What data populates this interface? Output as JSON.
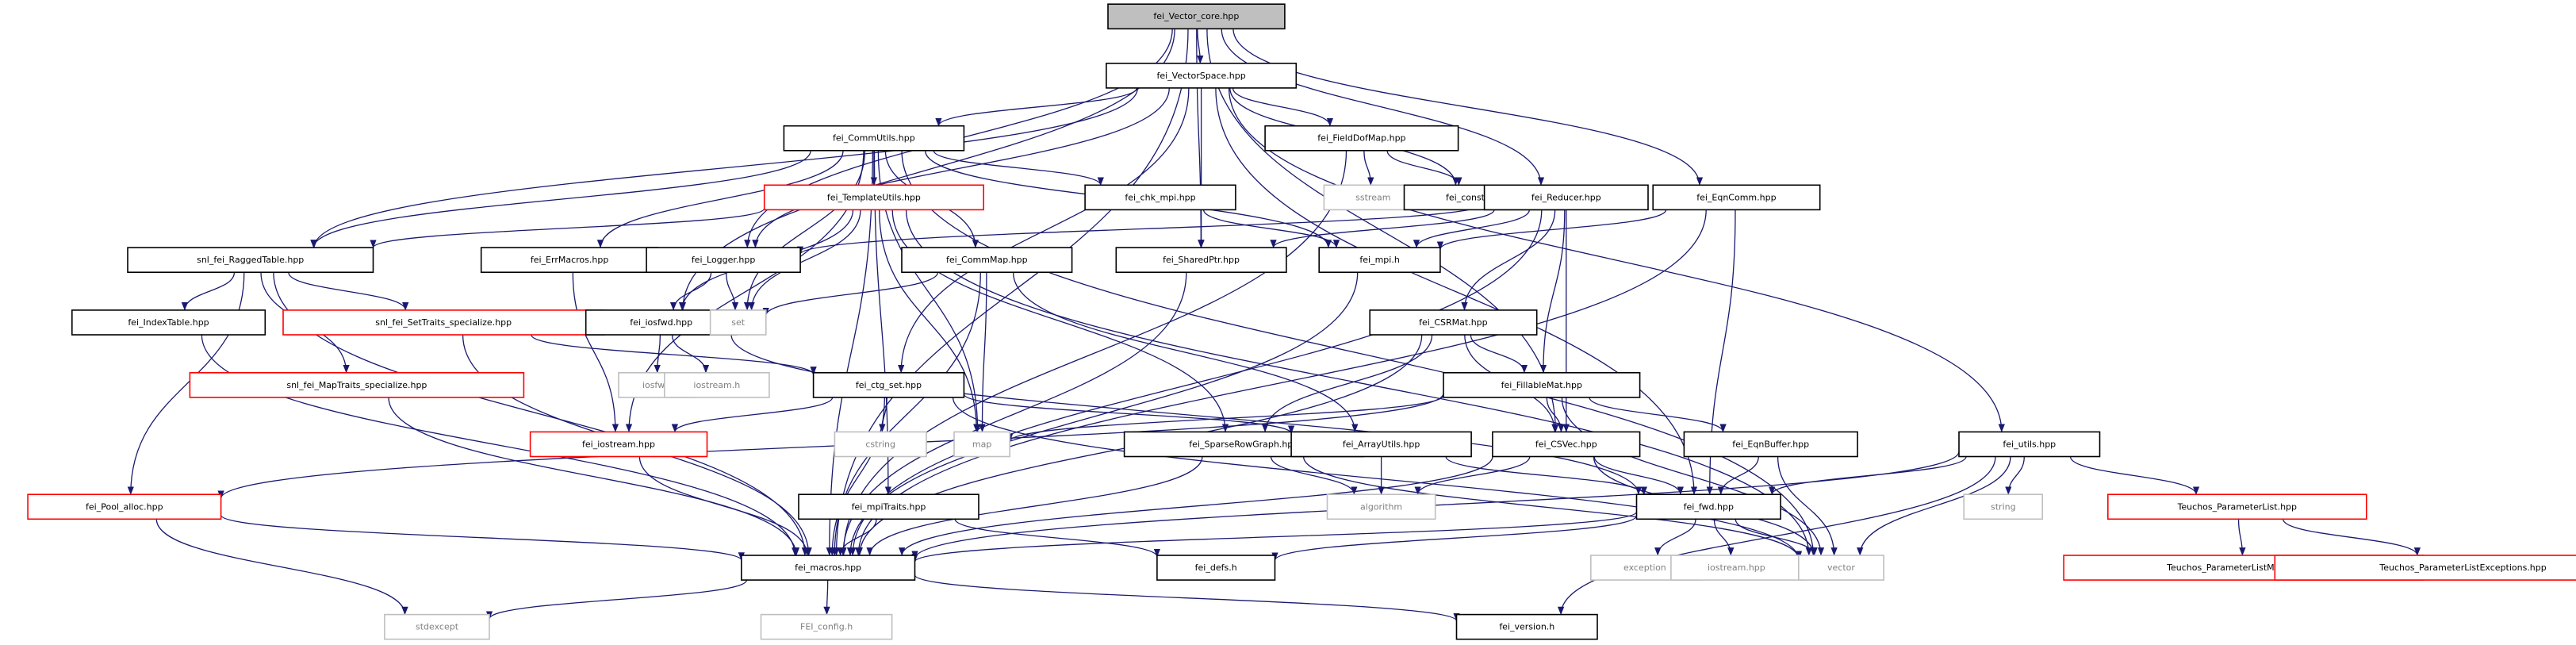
{
  "colors": {
    "root_fill": "#bfbfbf",
    "node_border": "#000000",
    "missing_border": "#ff0000",
    "system_border": "#bfbfbf",
    "system_text": "#808080",
    "edge_include": "#191970",
    "edge_template": "#8b1a1a"
  },
  "nodes": [
    {
      "id": "vector_core",
      "label": "fei_Vector_core.hpp",
      "kind": "root"
    },
    {
      "id": "vectorspace",
      "label": "fei_VectorSpace.hpp",
      "kind": "local"
    },
    {
      "id": "commutils",
      "label": "fei_CommUtils.hpp",
      "kind": "local"
    },
    {
      "id": "fielddofmap",
      "label": "fei_FieldDofMap.hpp",
      "kind": "local"
    },
    {
      "id": "templateutils",
      "label": "fei_TemplateUtils.hpp",
      "kind": "missing"
    },
    {
      "id": "chk_mpi",
      "label": "fei_chk_mpi.hpp",
      "kind": "local"
    },
    {
      "id": "sstream",
      "label": "sstream",
      "kind": "system"
    },
    {
      "id": "constants",
      "label": "fei_constants.hpp",
      "kind": "local"
    },
    {
      "id": "reducer",
      "label": "fei_Reducer.hpp",
      "kind": "local"
    },
    {
      "id": "eqncomm",
      "label": "fei_EqnComm.hpp",
      "kind": "local"
    },
    {
      "id": "raggedtable",
      "label": "snl_fei_RaggedTable.hpp",
      "kind": "local"
    },
    {
      "id": "errmacros",
      "label": "fei_ErrMacros.hpp",
      "kind": "local"
    },
    {
      "id": "logger",
      "label": "fei_Logger.hpp",
      "kind": "local"
    },
    {
      "id": "commmap",
      "label": "fei_CommMap.hpp",
      "kind": "local"
    },
    {
      "id": "sharedptr",
      "label": "fei_SharedPtr.hpp",
      "kind": "local"
    },
    {
      "id": "mpi",
      "label": "fei_mpi.h",
      "kind": "local"
    },
    {
      "id": "indextable",
      "label": "fei_IndexTable.hpp",
      "kind": "local"
    },
    {
      "id": "settraits",
      "label": "snl_fei_SetTraits_specialize.hpp",
      "kind": "missing"
    },
    {
      "id": "iosfwd",
      "label": "fei_iosfwd.hpp",
      "kind": "local"
    },
    {
      "id": "set",
      "label": "set",
      "kind": "system"
    },
    {
      "id": "csrmat",
      "label": "fei_CSRMat.hpp",
      "kind": "local"
    },
    {
      "id": "iosfwd_sys",
      "label": "iosfwd",
      "kind": "system"
    },
    {
      "id": "iostream_h",
      "label": "iostream.h",
      "kind": "system"
    },
    {
      "id": "maptraits",
      "label": "snl_fei_MapTraits_specialize.hpp",
      "kind": "missing"
    },
    {
      "id": "ctg_set",
      "label": "fei_ctg_set.hpp",
      "kind": "local"
    },
    {
      "id": "fillablemat",
      "label": "fei_FillableMat.hpp",
      "kind": "local"
    },
    {
      "id": "cstring",
      "label": "cstring",
      "kind": "system"
    },
    {
      "id": "map",
      "label": "map",
      "kind": "system"
    },
    {
      "id": "fei_iostream",
      "label": "fei_iostream.hpp",
      "kind": "missing"
    },
    {
      "id": "sparserowgraph",
      "label": "fei_SparseRowGraph.hpp",
      "kind": "local"
    },
    {
      "id": "arrayutils",
      "label": "fei_ArrayUtils.hpp",
      "kind": "local"
    },
    {
      "id": "csvec",
      "label": "fei_CSVec.hpp",
      "kind": "local"
    },
    {
      "id": "eqnbuffer",
      "label": "fei_EqnBuffer.hpp",
      "kind": "local"
    },
    {
      "id": "utils",
      "label": "fei_utils.hpp",
      "kind": "local"
    },
    {
      "id": "string",
      "label": "string",
      "kind": "system"
    },
    {
      "id": "teuchos_pl",
      "label": "Teuchos_ParameterList.hpp",
      "kind": "missing"
    },
    {
      "id": "pool_alloc",
      "label": "fei_Pool_alloc.hpp",
      "kind": "missing"
    },
    {
      "id": "algorithm",
      "label": "algorithm",
      "kind": "system"
    },
    {
      "id": "mpitraits",
      "label": "fei_mpiTraits.hpp",
      "kind": "local"
    },
    {
      "id": "fwd",
      "label": "fei_fwd.hpp",
      "kind": "local"
    },
    {
      "id": "macros",
      "label": "fei_macros.hpp",
      "kind": "local"
    },
    {
      "id": "defs",
      "label": "fei_defs.h",
      "kind": "local"
    },
    {
      "id": "exception",
      "label": "exception",
      "kind": "system"
    },
    {
      "id": "iostream_hpp",
      "label": "iostream.hpp",
      "kind": "system"
    },
    {
      "id": "vector",
      "label": "vector",
      "kind": "system"
    },
    {
      "id": "teuchos_plm",
      "label": "Teuchos_ParameterListModifier.hpp",
      "kind": "missing"
    },
    {
      "id": "teuchos_ple",
      "label": "Teuchos_ParameterListExceptions.hpp",
      "kind": "missing"
    },
    {
      "id": "stdexcept",
      "label": "stdexcept",
      "kind": "system"
    },
    {
      "id": "fei_config",
      "label": "FEI_config.h",
      "kind": "system"
    },
    {
      "id": "version",
      "label": "fei_version.h",
      "kind": "local"
    }
  ],
  "edges": [
    {
      "from": "vector_core",
      "to": "vectorspace",
      "kind": "include"
    },
    {
      "from": "vector_core",
      "to": "macros",
      "kind": "include"
    },
    {
      "from": "vector_core",
      "to": "iosfwd",
      "kind": "include"
    },
    {
      "from": "vector_core",
      "to": "logger",
      "kind": "include"
    },
    {
      "from": "vector_core",
      "to": "sharedptr",
      "kind": "include"
    },
    {
      "from": "vector_core",
      "to": "reducer",
      "kind": "include"
    },
    {
      "from": "vector_core",
      "to": "eqncomm",
      "kind": "include"
    },
    {
      "from": "vector_core",
      "to": "csvec",
      "kind": "include"
    },
    {
      "from": "vectorspace",
      "to": "commutils",
      "kind": "include"
    },
    {
      "from": "vectorspace",
      "to": "fielddofmap",
      "kind": "include"
    },
    {
      "from": "vectorspace",
      "to": "constants",
      "kind": "include"
    },
    {
      "from": "vectorspace",
      "to": "raggedtable",
      "kind": "include"
    },
    {
      "from": "vectorspace",
      "to": "logger",
      "kind": "include"
    },
    {
      "from": "vectorspace",
      "to": "sharedptr",
      "kind": "include"
    },
    {
      "from": "vectorspace",
      "to": "ctg_set",
      "kind": "include"
    },
    {
      "from": "vectorspace",
      "to": "fwd",
      "kind": "include"
    },
    {
      "from": "vectorspace",
      "to": "utils",
      "kind": "include"
    },
    {
      "from": "commutils",
      "to": "templateutils",
      "kind": "include"
    },
    {
      "from": "commutils",
      "to": "chk_mpi",
      "kind": "include"
    },
    {
      "from": "commutils",
      "to": "mpi",
      "kind": "include"
    },
    {
      "from": "commutils",
      "to": "raggedtable",
      "kind": "include"
    },
    {
      "from": "commutils",
      "to": "errmacros",
      "kind": "include"
    },
    {
      "from": "commutils",
      "to": "commmap",
      "kind": "include"
    },
    {
      "from": "commutils",
      "to": "set",
      "kind": "include"
    },
    {
      "from": "commutils",
      "to": "map",
      "kind": "include"
    },
    {
      "from": "commutils",
      "to": "vector",
      "kind": "include"
    },
    {
      "from": "commutils",
      "to": "fei_iostream",
      "kind": "include"
    },
    {
      "from": "commutils",
      "to": "mpitraits",
      "kind": "include"
    },
    {
      "from": "commutils",
      "to": "macros",
      "kind": "include"
    },
    {
      "from": "fielddofmap",
      "to": "sstream",
      "kind": "include"
    },
    {
      "from": "fielddofmap",
      "to": "constants",
      "kind": "include"
    },
    {
      "from": "fielddofmap",
      "to": "macros",
      "kind": "include"
    },
    {
      "from": "templateutils",
      "to": "raggedtable",
      "kind": "include"
    },
    {
      "from": "templateutils",
      "to": "set",
      "kind": "include"
    },
    {
      "from": "templateutils",
      "to": "map",
      "kind": "include"
    },
    {
      "from": "templateutils",
      "to": "iosfwd",
      "kind": "include"
    },
    {
      "from": "templateutils",
      "to": "sparserowgraph",
      "kind": "include"
    },
    {
      "from": "templateutils",
      "to": "vector",
      "kind": "include"
    },
    {
      "from": "chk_mpi",
      "to": "mpi",
      "kind": "include"
    },
    {
      "from": "reducer",
      "to": "mpi",
      "kind": "include"
    },
    {
      "from": "reducer",
      "to": "sharedptr",
      "kind": "include"
    },
    {
      "from": "reducer",
      "to": "csrmat",
      "kind": "include"
    },
    {
      "from": "reducer",
      "to": "fillablemat",
      "kind": "include"
    },
    {
      "from": "reducer",
      "to": "csvec",
      "kind": "include"
    },
    {
      "from": "reducer",
      "to": "logger",
      "kind": "include"
    },
    {
      "from": "reducer",
      "to": "macros",
      "kind": "include"
    },
    {
      "from": "eqncomm",
      "to": "mpi",
      "kind": "include"
    },
    {
      "from": "eqncomm",
      "to": "fwd",
      "kind": "include"
    },
    {
      "from": "eqncomm",
      "to": "macros",
      "kind": "include"
    },
    {
      "from": "raggedtable",
      "to": "indextable",
      "kind": "include"
    },
    {
      "from": "raggedtable",
      "to": "settraits",
      "kind": "include"
    },
    {
      "from": "raggedtable",
      "to": "maptraits",
      "kind": "include"
    },
    {
      "from": "raggedtable",
      "to": "pool_alloc",
      "kind": "include"
    },
    {
      "from": "raggedtable",
      "to": "macros",
      "kind": "include"
    },
    {
      "from": "errmacros",
      "to": "fei_iostream",
      "kind": "include"
    },
    {
      "from": "logger",
      "to": "iosfwd",
      "kind": "include"
    },
    {
      "from": "logger",
      "to": "set",
      "kind": "include"
    },
    {
      "from": "commmap",
      "to": "set",
      "kind": "include"
    },
    {
      "from": "commmap",
      "to": "map",
      "kind": "include"
    },
    {
      "from": "commmap",
      "to": "arrayutils",
      "kind": "include"
    },
    {
      "from": "commmap",
      "to": "macros",
      "kind": "include"
    },
    {
      "from": "sharedptr",
      "to": "macros",
      "kind": "include"
    },
    {
      "from": "mpi",
      "to": "macros",
      "kind": "include"
    },
    {
      "from": "indextable",
      "to": "macros",
      "kind": "include"
    },
    {
      "from": "settraits",
      "to": "ctg_set",
      "kind": "include"
    },
    {
      "from": "settraits",
      "to": "macros",
      "kind": "include"
    },
    {
      "from": "iosfwd",
      "to": "iosfwd_sys",
      "kind": "include"
    },
    {
      "from": "iosfwd",
      "to": "iostream_h",
      "kind": "include"
    },
    {
      "from": "iosfwd",
      "to": "fwd",
      "kind": "include"
    },
    {
      "from": "csrmat",
      "to": "fillablemat",
      "kind": "include"
    },
    {
      "from": "csrmat",
      "to": "sparserowgraph",
      "kind": "include"
    },
    {
      "from": "csrmat",
      "to": "csvec",
      "kind": "include"
    },
    {
      "from": "csrmat",
      "to": "macros",
      "kind": "include"
    },
    {
      "from": "maptraits",
      "to": "macros",
      "kind": "include"
    },
    {
      "from": "ctg_set",
      "to": "cstring",
      "kind": "include"
    },
    {
      "from": "ctg_set",
      "to": "fei_iostream",
      "kind": "include"
    },
    {
      "from": "ctg_set",
      "to": "arrayutils",
      "kind": "include"
    },
    {
      "from": "ctg_set",
      "to": "macros",
      "kind": "include"
    },
    {
      "from": "ctg_set",
      "to": "vector",
      "kind": "include"
    },
    {
      "from": "fillablemat",
      "to": "csvec",
      "kind": "include"
    },
    {
      "from": "fillablemat",
      "to": "eqnbuffer",
      "kind": "include"
    },
    {
      "from": "fillablemat",
      "to": "map",
      "kind": "include"
    },
    {
      "from": "fillablemat",
      "to": "pool_alloc",
      "kind": "include"
    },
    {
      "from": "fillablemat",
      "to": "vector",
      "kind": "include"
    },
    {
      "from": "fei_iostream",
      "to": "macros",
      "kind": "include"
    },
    {
      "from": "sparserowgraph",
      "to": "algorithm",
      "kind": "include"
    },
    {
      "from": "sparserowgraph",
      "to": "macros",
      "kind": "include"
    },
    {
      "from": "sparserowgraph",
      "to": "vector",
      "kind": "include"
    },
    {
      "from": "arrayutils",
      "to": "algorithm",
      "kind": "include"
    },
    {
      "from": "arrayutils",
      "to": "fwd",
      "kind": "include"
    },
    {
      "from": "csvec",
      "to": "fwd",
      "kind": "include"
    },
    {
      "from": "csvec",
      "to": "algorithm",
      "kind": "include"
    },
    {
      "from": "csvec",
      "to": "macros",
      "kind": "include"
    },
    {
      "from": "csvec",
      "to": "vector",
      "kind": "include"
    },
    {
      "from": "eqnbuffer",
      "to": "fwd",
      "kind": "include"
    },
    {
      "from": "eqnbuffer",
      "to": "vector",
      "kind": "include"
    },
    {
      "from": "utils",
      "to": "string",
      "kind": "include"
    },
    {
      "from": "utils",
      "to": "teuchos_pl",
      "kind": "include"
    },
    {
      "from": "utils",
      "to": "fwd",
      "kind": "include"
    },
    {
      "from": "utils",
      "to": "vector",
      "kind": "include"
    },
    {
      "from": "utils",
      "to": "macros",
      "kind": "include"
    },
    {
      "from": "utils",
      "to": "version",
      "kind": "include"
    },
    {
      "from": "teuchos_pl",
      "to": "teuchos_plm",
      "kind": "include"
    },
    {
      "from": "teuchos_pl",
      "to": "teuchos_ple",
      "kind": "include"
    },
    {
      "from": "pool_alloc",
      "to": "macros",
      "kind": "include"
    },
    {
      "from": "pool_alloc",
      "to": "stdexcept",
      "kind": "include"
    },
    {
      "from": "mpitraits",
      "to": "macros",
      "kind": "include"
    },
    {
      "from": "mpitraits",
      "to": "defs",
      "kind": "include"
    },
    {
      "from": "fwd",
      "to": "macros",
      "kind": "include"
    },
    {
      "from": "fwd",
      "to": "defs",
      "kind": "include"
    },
    {
      "from": "fwd",
      "to": "exception",
      "kind": "include"
    },
    {
      "from": "fwd",
      "to": "iostream_hpp",
      "kind": "include"
    },
    {
      "from": "fwd",
      "to": "vector",
      "kind": "include"
    },
    {
      "from": "macros",
      "to": "stdexcept",
      "kind": "include"
    },
    {
      "from": "macros",
      "to": "fei_config",
      "kind": "include"
    },
    {
      "from": "macros",
      "to": "version",
      "kind": "include"
    }
  ]
}
